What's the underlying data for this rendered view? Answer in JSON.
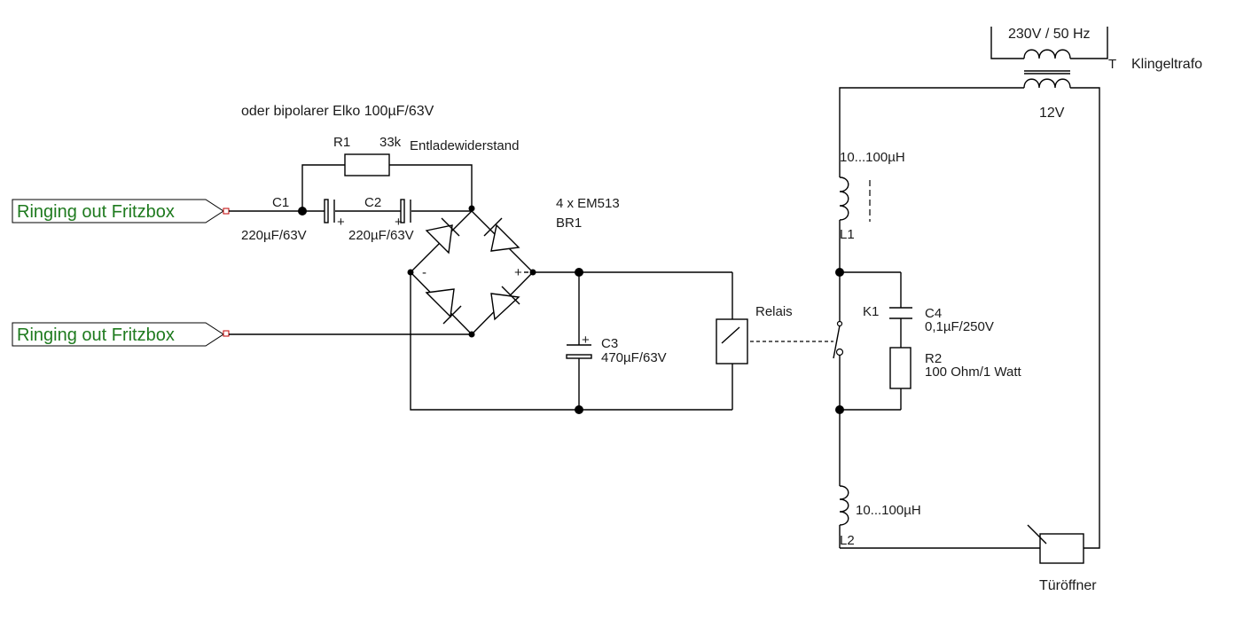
{
  "ports": {
    "port1_label": "Ringing out Fritzbox",
    "port2_label": "Ringing out Fritzbox"
  },
  "notes": {
    "bipolar_note": "oder bipolarer Elko 100µF/63V",
    "entlade_label": "Entladewiderstand"
  },
  "components": {
    "r1": {
      "ref": "R1",
      "value": "33k"
    },
    "c1": {
      "ref": "C1",
      "value": "220µF/63V"
    },
    "c2": {
      "ref": "C2",
      "value": "220µF/63V"
    },
    "br1": {
      "ref": "BR1",
      "value": "4 x EM513"
    },
    "c3": {
      "ref": "C3",
      "value": "470µF/63V"
    },
    "relay": {
      "label": "Relais"
    },
    "k1": {
      "ref": "K1"
    },
    "c4": {
      "ref": "C4",
      "value": "0,1µF/250V"
    },
    "r2": {
      "ref": "R2",
      "value": "100 Ohm/1 Watt"
    },
    "l1": {
      "ref": "L1",
      "value": "10...100µH"
    },
    "l2": {
      "ref": "L2",
      "value": "10...100µH"
    },
    "transformer": {
      "ref": "T",
      "name": "Klingeltrafo",
      "primary": "230V / 50 Hz",
      "secondary": "12V"
    },
    "door_opener": {
      "label": "Türöffner"
    }
  },
  "polarity": {
    "plus": "+",
    "minus": "-",
    "bridge_minus": "-",
    "bridge_plus": "+"
  },
  "colors": {
    "wire": "#000000",
    "port_text": "#1e7a1e",
    "port_pin": "#c00000"
  }
}
